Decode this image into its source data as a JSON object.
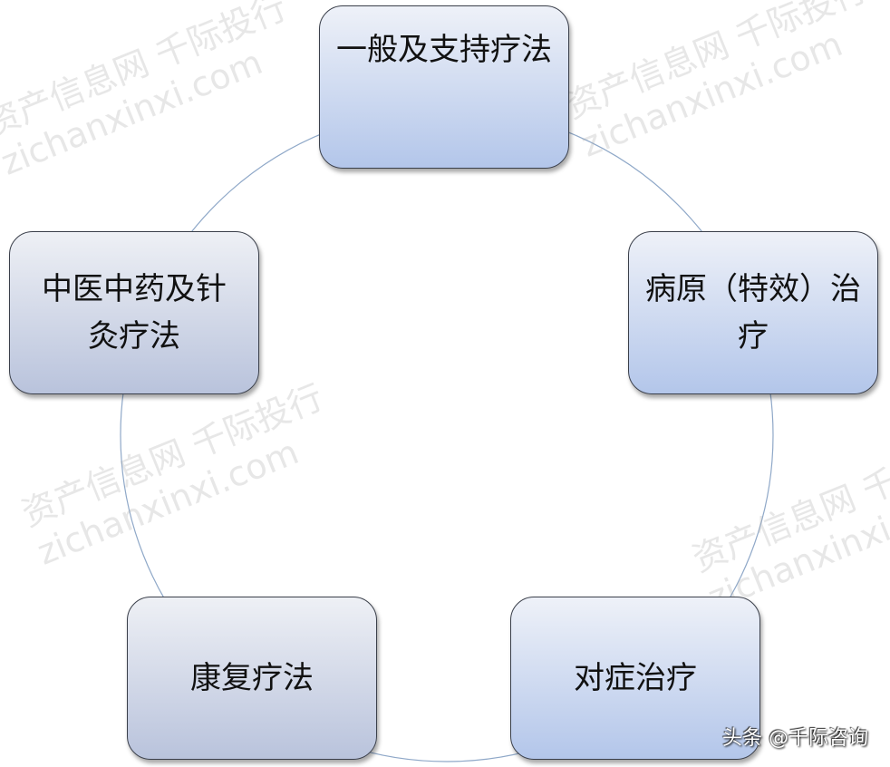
{
  "nodes": [
    {
      "label": "一般及支持疗法"
    },
    {
      "label": "病原（特效）治疗"
    },
    {
      "label": "对症治疗"
    },
    {
      "label": "康复疗法"
    },
    {
      "label": "中医中药及针灸疗法"
    }
  ],
  "colors": {
    "ring": "#8fa8c8",
    "box_top": "#eef1f8",
    "box_bottom": "#b3c6ea"
  },
  "watermark": {
    "line1": "资产信息网 千际投行",
    "line2": "zichanxinxi.com"
  },
  "footer": "头条 @千际咨询"
}
